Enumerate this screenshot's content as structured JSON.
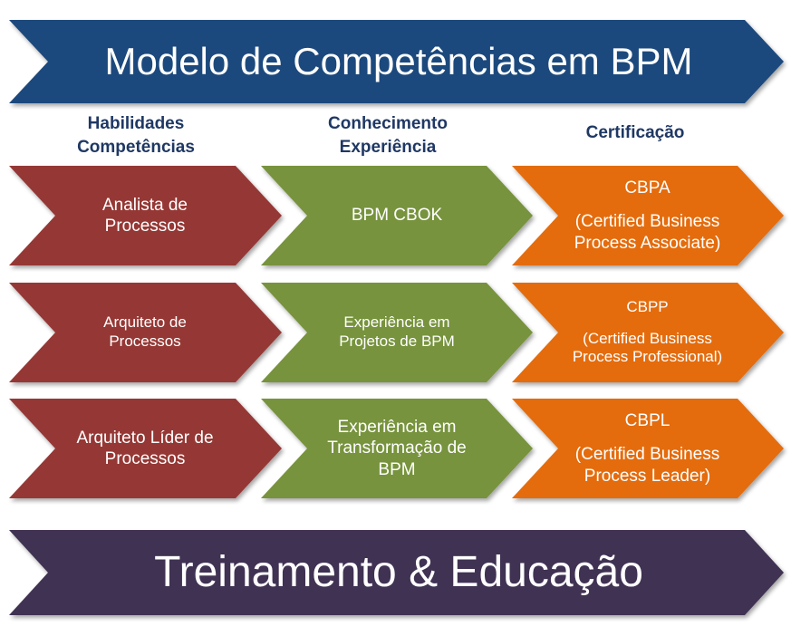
{
  "title": "Modelo de Competências em BPM",
  "footer": "Treinamento & Educação",
  "colors": {
    "title_bg": "#1f497d",
    "footer_bg": "#403152",
    "skills": "#953735",
    "knowledge": "#77933c",
    "certification": "#e46c0a",
    "header_text": "#1f3864"
  },
  "columns": {
    "skills": {
      "line1": "Habilidades",
      "line2": "Competências"
    },
    "knowledge": {
      "line1": "Conhecimento",
      "line2": "Experiência"
    },
    "certification": {
      "line1": "Certificação"
    }
  },
  "rows": [
    {
      "skill": {
        "line1": "Analista de",
        "line2": "Processos"
      },
      "knowledge": {
        "line1": "BPM CBOK"
      },
      "cert": {
        "code": "CBPA",
        "line1": "(Certified Business",
        "line2": "Process Associate)"
      }
    },
    {
      "skill": {
        "line1": "Arquiteto de",
        "line2": "Processos"
      },
      "knowledge": {
        "line1": "Experiência em",
        "line2": "Projetos de BPM"
      },
      "cert": {
        "code": "CBPP",
        "line1": "(Certified Business",
        "line2": "Process Professional)"
      }
    },
    {
      "skill": {
        "line1": "Arquiteto Líder de",
        "line2": "Processos"
      },
      "knowledge": {
        "line1": "Experiência em",
        "line2": "Transformação de",
        "line3": "BPM"
      },
      "cert": {
        "code": "CBPL",
        "line1": "(Certified Business",
        "line2": "Process Leader)"
      }
    }
  ]
}
